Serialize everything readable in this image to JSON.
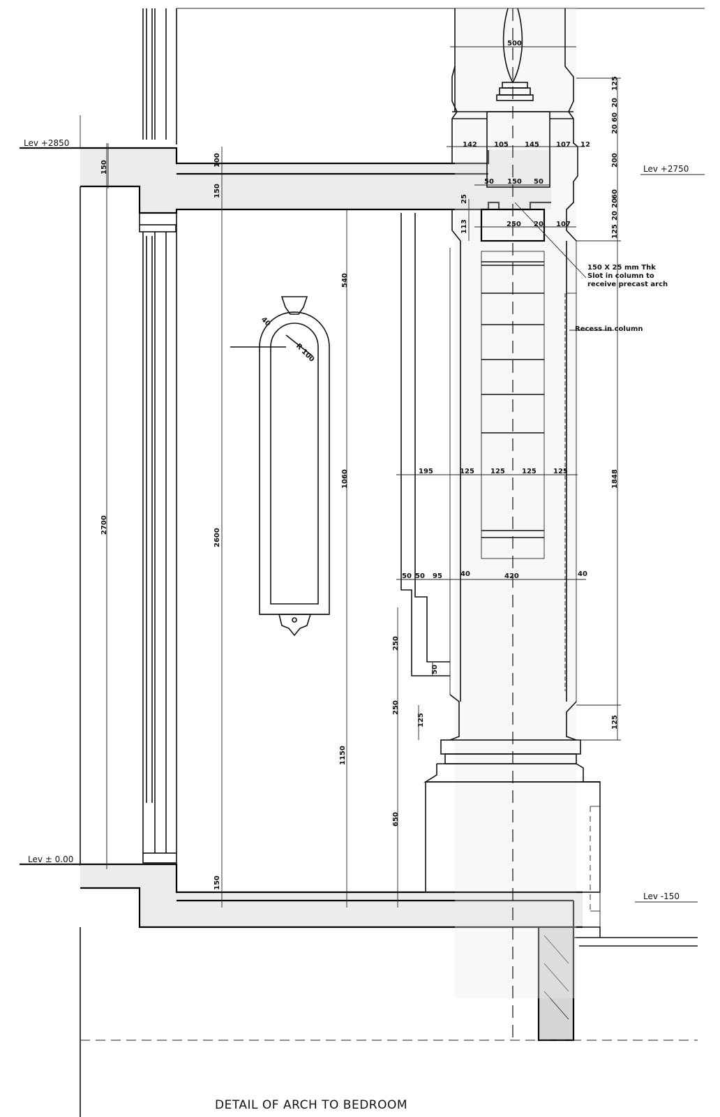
{
  "title": "DETAIL OF ARCH TO BEDROOM",
  "levels": {
    "top_left": "Lev +2850",
    "top_right": "Lev +2750",
    "floor": "Lev ± 0.00",
    "bottom_right": "Lev -150"
  },
  "notes": {
    "slot_line1": "150 X 25 mm Thk",
    "slot_line2": "Slot in column to",
    "slot_line3": "receive precast arch",
    "recess": "Recess in column"
  },
  "dimensions": {
    "d500": "500",
    "d125a": "125",
    "d20a": "20",
    "d60a": "60",
    "d20b": "20",
    "d200": "200",
    "d60b": "60",
    "d20c": "20",
    "d20d": "20",
    "d125b": "125",
    "d142": "142",
    "d105": "105",
    "d145": "145",
    "d107a": "107",
    "d12": "12",
    "d50a": "50",
    "d150a": "150",
    "d50b": "50",
    "d25": "25",
    "d113": "113",
    "d250a": "250",
    "d20e": "20",
    "d107b": "107",
    "d100": "100",
    "d150b": "150",
    "d150c": "150",
    "d540": "540",
    "d40": "40",
    "r100": "R 100",
    "d1060": "1060",
    "d2700": "2700",
    "d2600": "2600",
    "d195": "195",
    "d125c": "125",
    "d125d": "125",
    "d125e": "125",
    "d125f": "125",
    "d1848": "1848",
    "d50c": "50",
    "d50d": "50",
    "d95": "95",
    "d40b": "40",
    "d420": "420",
    "d40c": "40",
    "d250b": "250",
    "d50e": "50",
    "d250c": "250",
    "d125g": "125",
    "d1150": "1150",
    "d125h": "125",
    "d650": "650",
    "d150d": "150"
  }
}
